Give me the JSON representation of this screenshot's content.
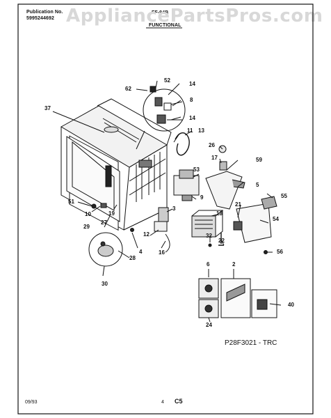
{
  "header": {
    "publication_label": "Publication No.",
    "publication_number": "5995244692",
    "model": "FF-94B",
    "section": "FUNCTIONAL"
  },
  "watermark": "AppliancePartsPros.com",
  "callouts": [
    "52",
    "62",
    "14",
    "8",
    "14",
    "37",
    "11",
    "13",
    "26",
    "17",
    "59",
    "53",
    "5",
    "55",
    "21",
    "9",
    "54",
    "3",
    "18",
    "51",
    "10",
    "19",
    "27",
    "29",
    "12",
    "22",
    "32",
    "56",
    "16",
    "4",
    "28",
    "30",
    "6",
    "2",
    "40",
    "24"
  ],
  "diagram_code": "P28F3021 - TRC",
  "footer": {
    "date": "09/93",
    "page": "4",
    "section_code": "C5"
  },
  "colors": {
    "ink": "#111111",
    "watermark": "#d8d8d8"
  }
}
